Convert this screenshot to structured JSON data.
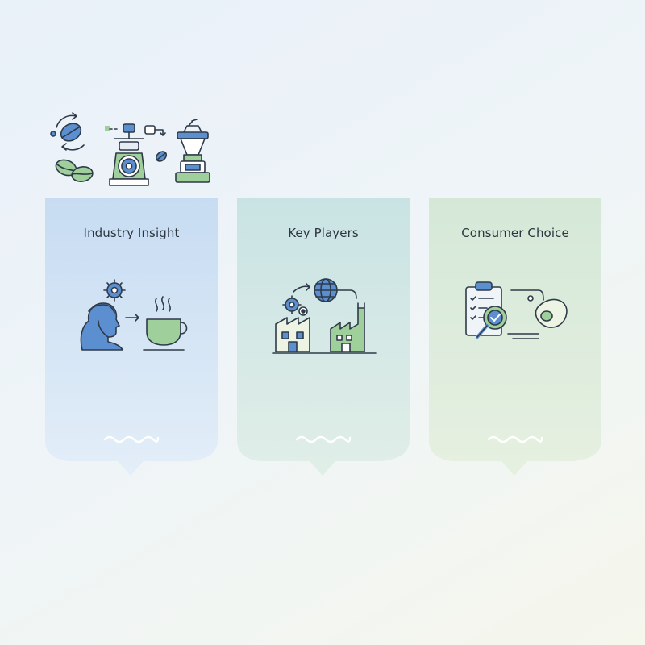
{
  "colors": {
    "blue": "#5b8fd0",
    "green": "#9fcf9a",
    "ink": "#2f3a48",
    "card1_top": "#c7dcf2",
    "card1_bottom": "#e3eef8",
    "card2_top": "#c9e3e4",
    "card2_bottom": "#e1eee8",
    "card3_top": "#d5e8d8",
    "card3_bottom": "#e6f0e1"
  },
  "header_illustration": {
    "icon": "coffee-processing-icon"
  },
  "cards": [
    {
      "title": "Industry Insight",
      "icon": "thinking-coffee-icon"
    },
    {
      "title": "Key Players",
      "icon": "global-factories-icon"
    },
    {
      "title": "Consumer Choice",
      "icon": "checklist-review-icon"
    }
  ]
}
